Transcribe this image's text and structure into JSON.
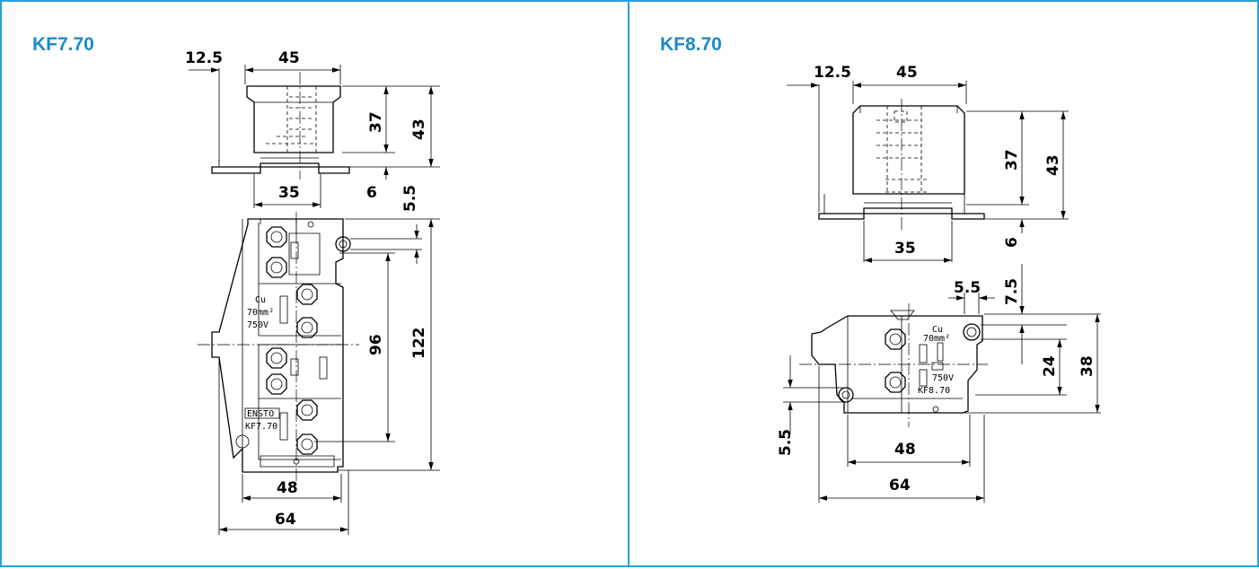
{
  "panels": [
    {
      "title": "KF7.70",
      "dims": {
        "d12_5": "12.5",
        "d45": "45",
        "d37": "37",
        "d43": "43",
        "d35": "35",
        "d6": "6",
        "d5_5": "5.5",
        "d96": "96",
        "d122": "122",
        "d48": "48",
        "d64": "64"
      },
      "labels": {
        "cu": "Cu",
        "mm": "70mm²",
        "volt": "750V",
        "brand": "ENSTO",
        "model": "KF7.70"
      }
    },
    {
      "title": "KF8.70",
      "dims": {
        "d12_5": "12.5",
        "d45": "45",
        "d37": "37",
        "d43": "43",
        "d35": "35",
        "d6": "6",
        "d7_5": "7.5",
        "d5_5a": "5.5",
        "d24": "24",
        "d38": "38",
        "d5_5b": "5.5",
        "d48": "48",
        "d64": "64"
      },
      "labels": {
        "cu": "Cu",
        "mm": "70mm²",
        "volt": "750V",
        "model": "KF8.70"
      }
    }
  ]
}
